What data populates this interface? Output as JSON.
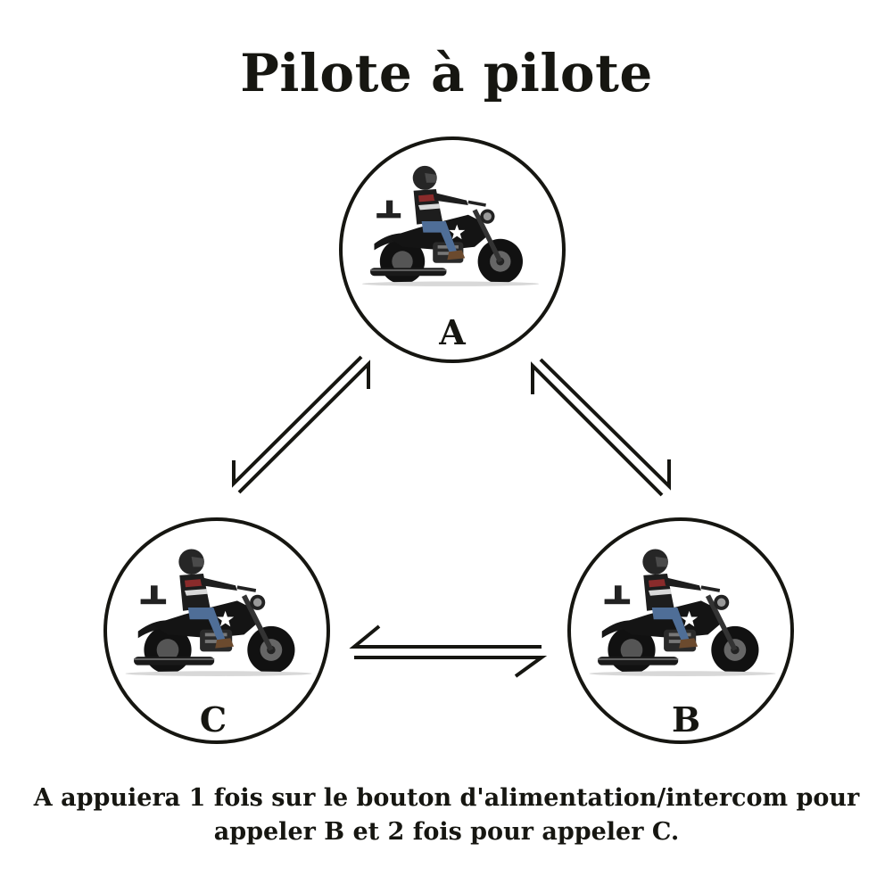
{
  "title": "Pilote à pilote",
  "nodes": [
    {
      "id": "A",
      "label": "A"
    },
    {
      "id": "B",
      "label": "B"
    },
    {
      "id": "C",
      "label": "C"
    }
  ],
  "caption": {
    "line1": "A appuiera 1 fois sur le bouton d'alimentation/intercom pour",
    "line2": "appeler B et 2 fois pour appeler C."
  },
  "colors": {
    "ink": "#161611",
    "background": "#ffffff",
    "star": "#ffffff",
    "jeans": "#4f6e97"
  },
  "icons": [
    "motorcycle-rider-icon",
    "double-harpoon-arrow-icon"
  ]
}
